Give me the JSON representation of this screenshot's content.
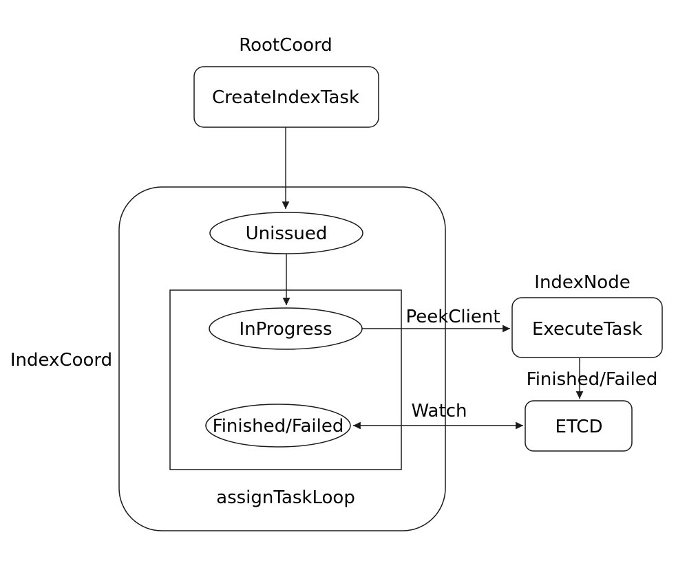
{
  "diagram": {
    "background_color": "#ffffff",
    "stroke_color": "#1a1a1a",
    "text_color": "#000000",
    "group_labels": {
      "root_coord": "RootCoord",
      "index_coord": "IndexCoord",
      "index_node": "IndexNode",
      "assign_task_loop": "assignTaskLoop"
    },
    "nodes": {
      "create_index_task": "CreateIndexTask",
      "unissued": "Unissued",
      "in_progress": "InProgress",
      "finished_failed": "Finished/Failed",
      "execute_task": "ExecuteTask",
      "etcd": "ETCD"
    },
    "edge_labels": {
      "peek_client": "PeekClient",
      "finished_failed": "Finished/Failed",
      "watch": "Watch"
    },
    "connections": [
      {
        "from": "CreateIndexTask",
        "to": "Unissued",
        "label": "",
        "direction": "one-way"
      },
      {
        "from": "Unissued",
        "to": "InProgress",
        "label": "",
        "direction": "one-way"
      },
      {
        "from": "InProgress",
        "to": "ExecuteTask",
        "label": "PeekClient",
        "direction": "one-way"
      },
      {
        "from": "ExecuteTask",
        "to": "ETCD",
        "label": "Finished/Failed",
        "direction": "one-way"
      },
      {
        "from": "Finished/Failed",
        "to": "ETCD",
        "label": "Watch",
        "direction": "two-way"
      }
    ]
  }
}
